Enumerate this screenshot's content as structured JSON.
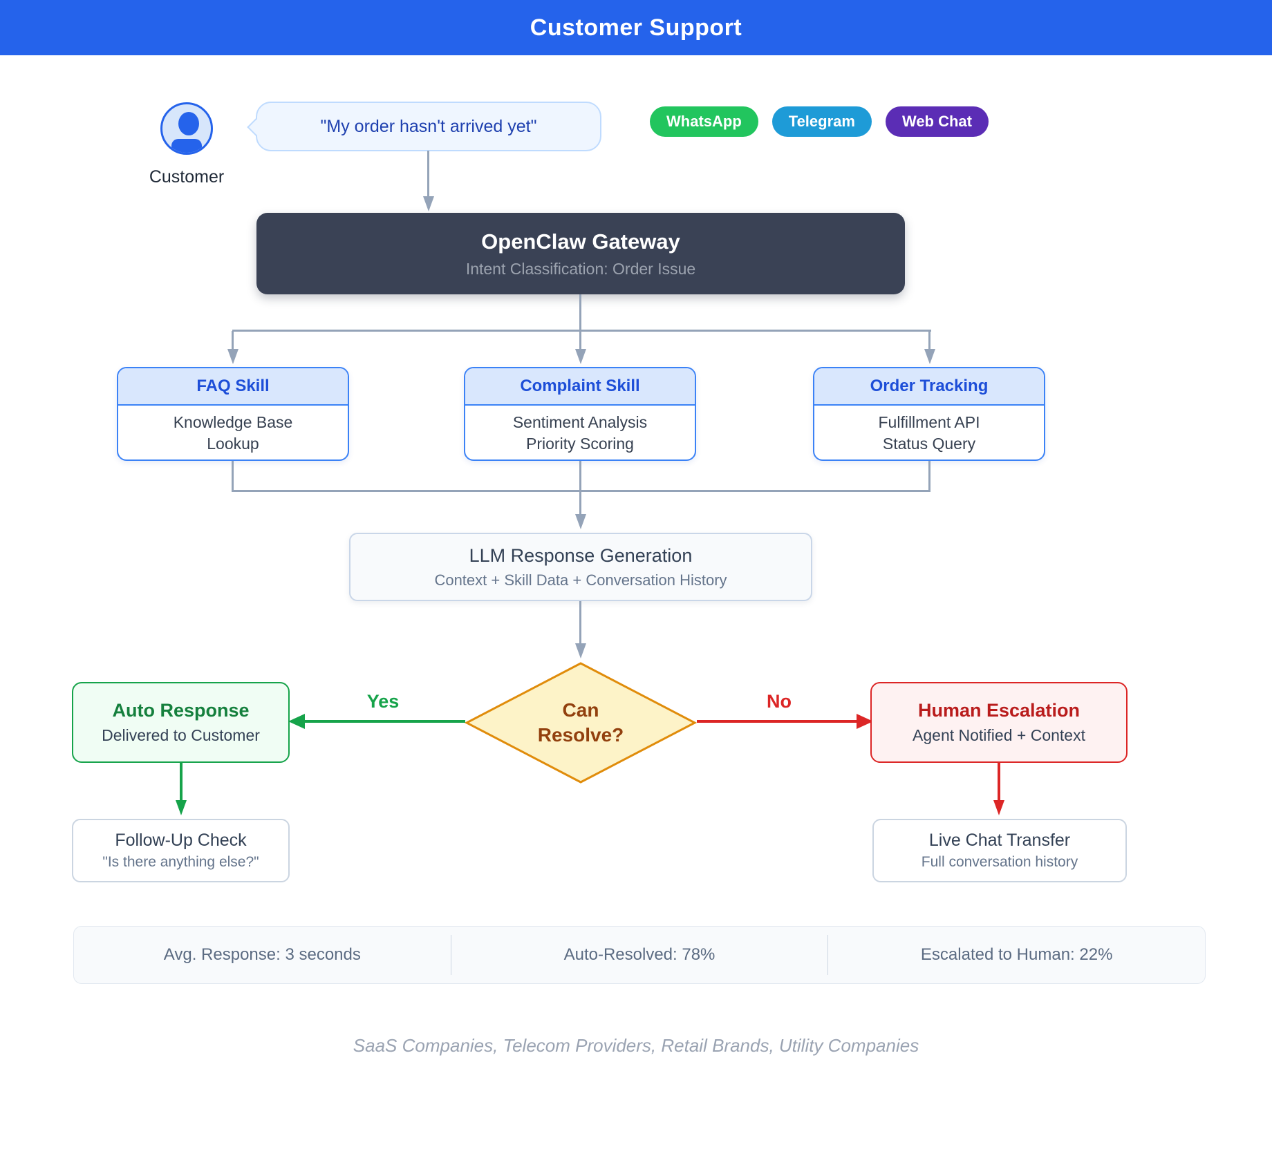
{
  "header": {
    "title": "Customer Support",
    "bg_color": "#2563eb"
  },
  "customer": {
    "label": "Customer",
    "message": "\"My order hasn't arrived yet\""
  },
  "channels": [
    {
      "label": "WhatsApp",
      "color": "#22c55e"
    },
    {
      "label": "Telegram",
      "color": "#1e9bd7"
    },
    {
      "label": "Web Chat",
      "color": "#5b2db5"
    }
  ],
  "gateway": {
    "title": "OpenClaw Gateway",
    "subtitle": "Intent Classification: Order Issue"
  },
  "skills": [
    {
      "title": "FAQ Skill",
      "line1": "Knowledge Base",
      "line2": "Lookup"
    },
    {
      "title": "Complaint Skill",
      "line1": "Sentiment Analysis",
      "line2": "Priority Scoring"
    },
    {
      "title": "Order Tracking",
      "line1": "Fulfillment API",
      "line2": "Status Query"
    }
  ],
  "llm": {
    "title": "LLM Response Generation",
    "subtitle": "Context + Skill Data + Conversation History"
  },
  "decision": {
    "line1": "Can",
    "line2": "Resolve?",
    "yes_label": "Yes",
    "no_label": "No"
  },
  "auto_response": {
    "title": "Auto Response",
    "subtitle": "Delivered to Customer"
  },
  "human_escalation": {
    "title": "Human Escalation",
    "subtitle": "Agent Notified + Context"
  },
  "followup": {
    "title": "Follow-Up Check",
    "subtitle": "\"Is there anything else?\""
  },
  "live_chat": {
    "title": "Live Chat Transfer",
    "subtitle": "Full conversation history"
  },
  "stats": [
    {
      "text": "Avg. Response: 3 seconds"
    },
    {
      "text": "Auto-Resolved: 78%"
    },
    {
      "text": "Escalated to Human: 22%"
    }
  ],
  "footer": {
    "industries": "SaaS Companies, Telecom Providers, Retail Brands, Utility Companies"
  },
  "colors": {
    "header_bg": "#2563eb",
    "connector_gray": "#94a3b8",
    "yes_green": "#16a34a",
    "no_red": "#dc2626",
    "diamond_fill": "#fdf3c8",
    "diamond_border": "#e08c0b",
    "diamond_text": "#92400e",
    "gateway_bg": "#3a4255",
    "skill_border": "#3b82f6",
    "skill_header_bg": "#d9e7fd"
  }
}
